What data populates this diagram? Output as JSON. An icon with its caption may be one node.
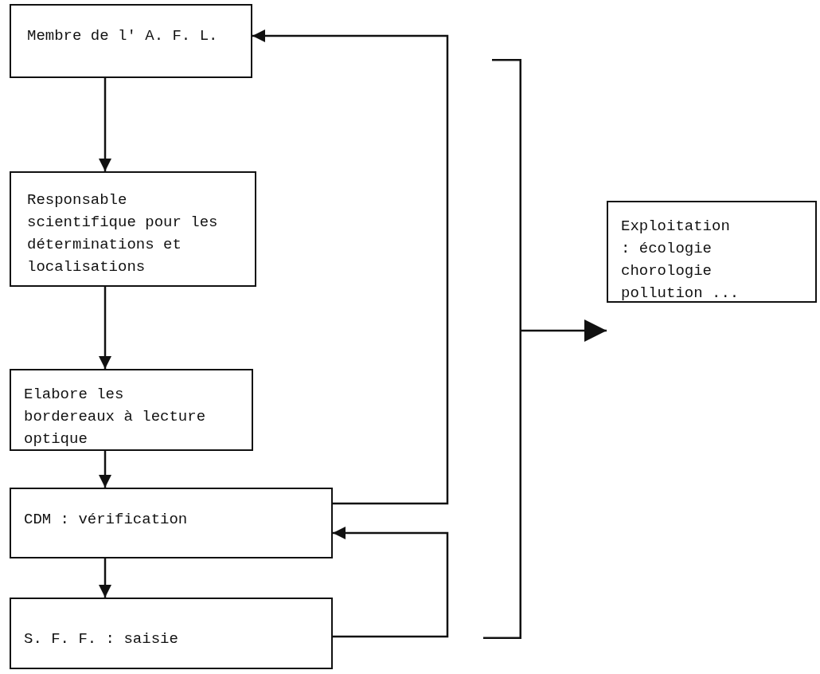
{
  "diagram": {
    "nodes": [
      {
        "text": [
          "Membre de l' A. F. L."
        ]
      },
      {
        "text": [
          "Responsable scientifique pour les déterminations et localisations"
        ]
      },
      {
        "text": [
          "Elabore les bordereaux à lecture optique"
        ]
      },
      {
        "text": [
          "CDM : vérification"
        ]
      },
      {
        "text": [
          "S. F. F. : saisie"
        ]
      },
      {
        "text": [
          "Exploitation : écologie chorologie pollution ..."
        ]
      },
      {
        "text": [],
        "shape": "bracket"
      }
    ],
    "edges": [
      {
        "from": 0,
        "to": 1,
        "arrow": "to"
      },
      {
        "from": 1,
        "to": 2,
        "arrow": "to"
      },
      {
        "from": 2,
        "to": 3,
        "arrow": "to"
      },
      {
        "from": 3,
        "to": 4,
        "arrow": "to"
      },
      {
        "from": 3,
        "to": 0,
        "arrow": "to"
      },
      {
        "from": 4,
        "to": 3,
        "arrow": "to"
      },
      {
        "from": 6,
        "to": 5,
        "arrow": "to"
      }
    ]
  }
}
